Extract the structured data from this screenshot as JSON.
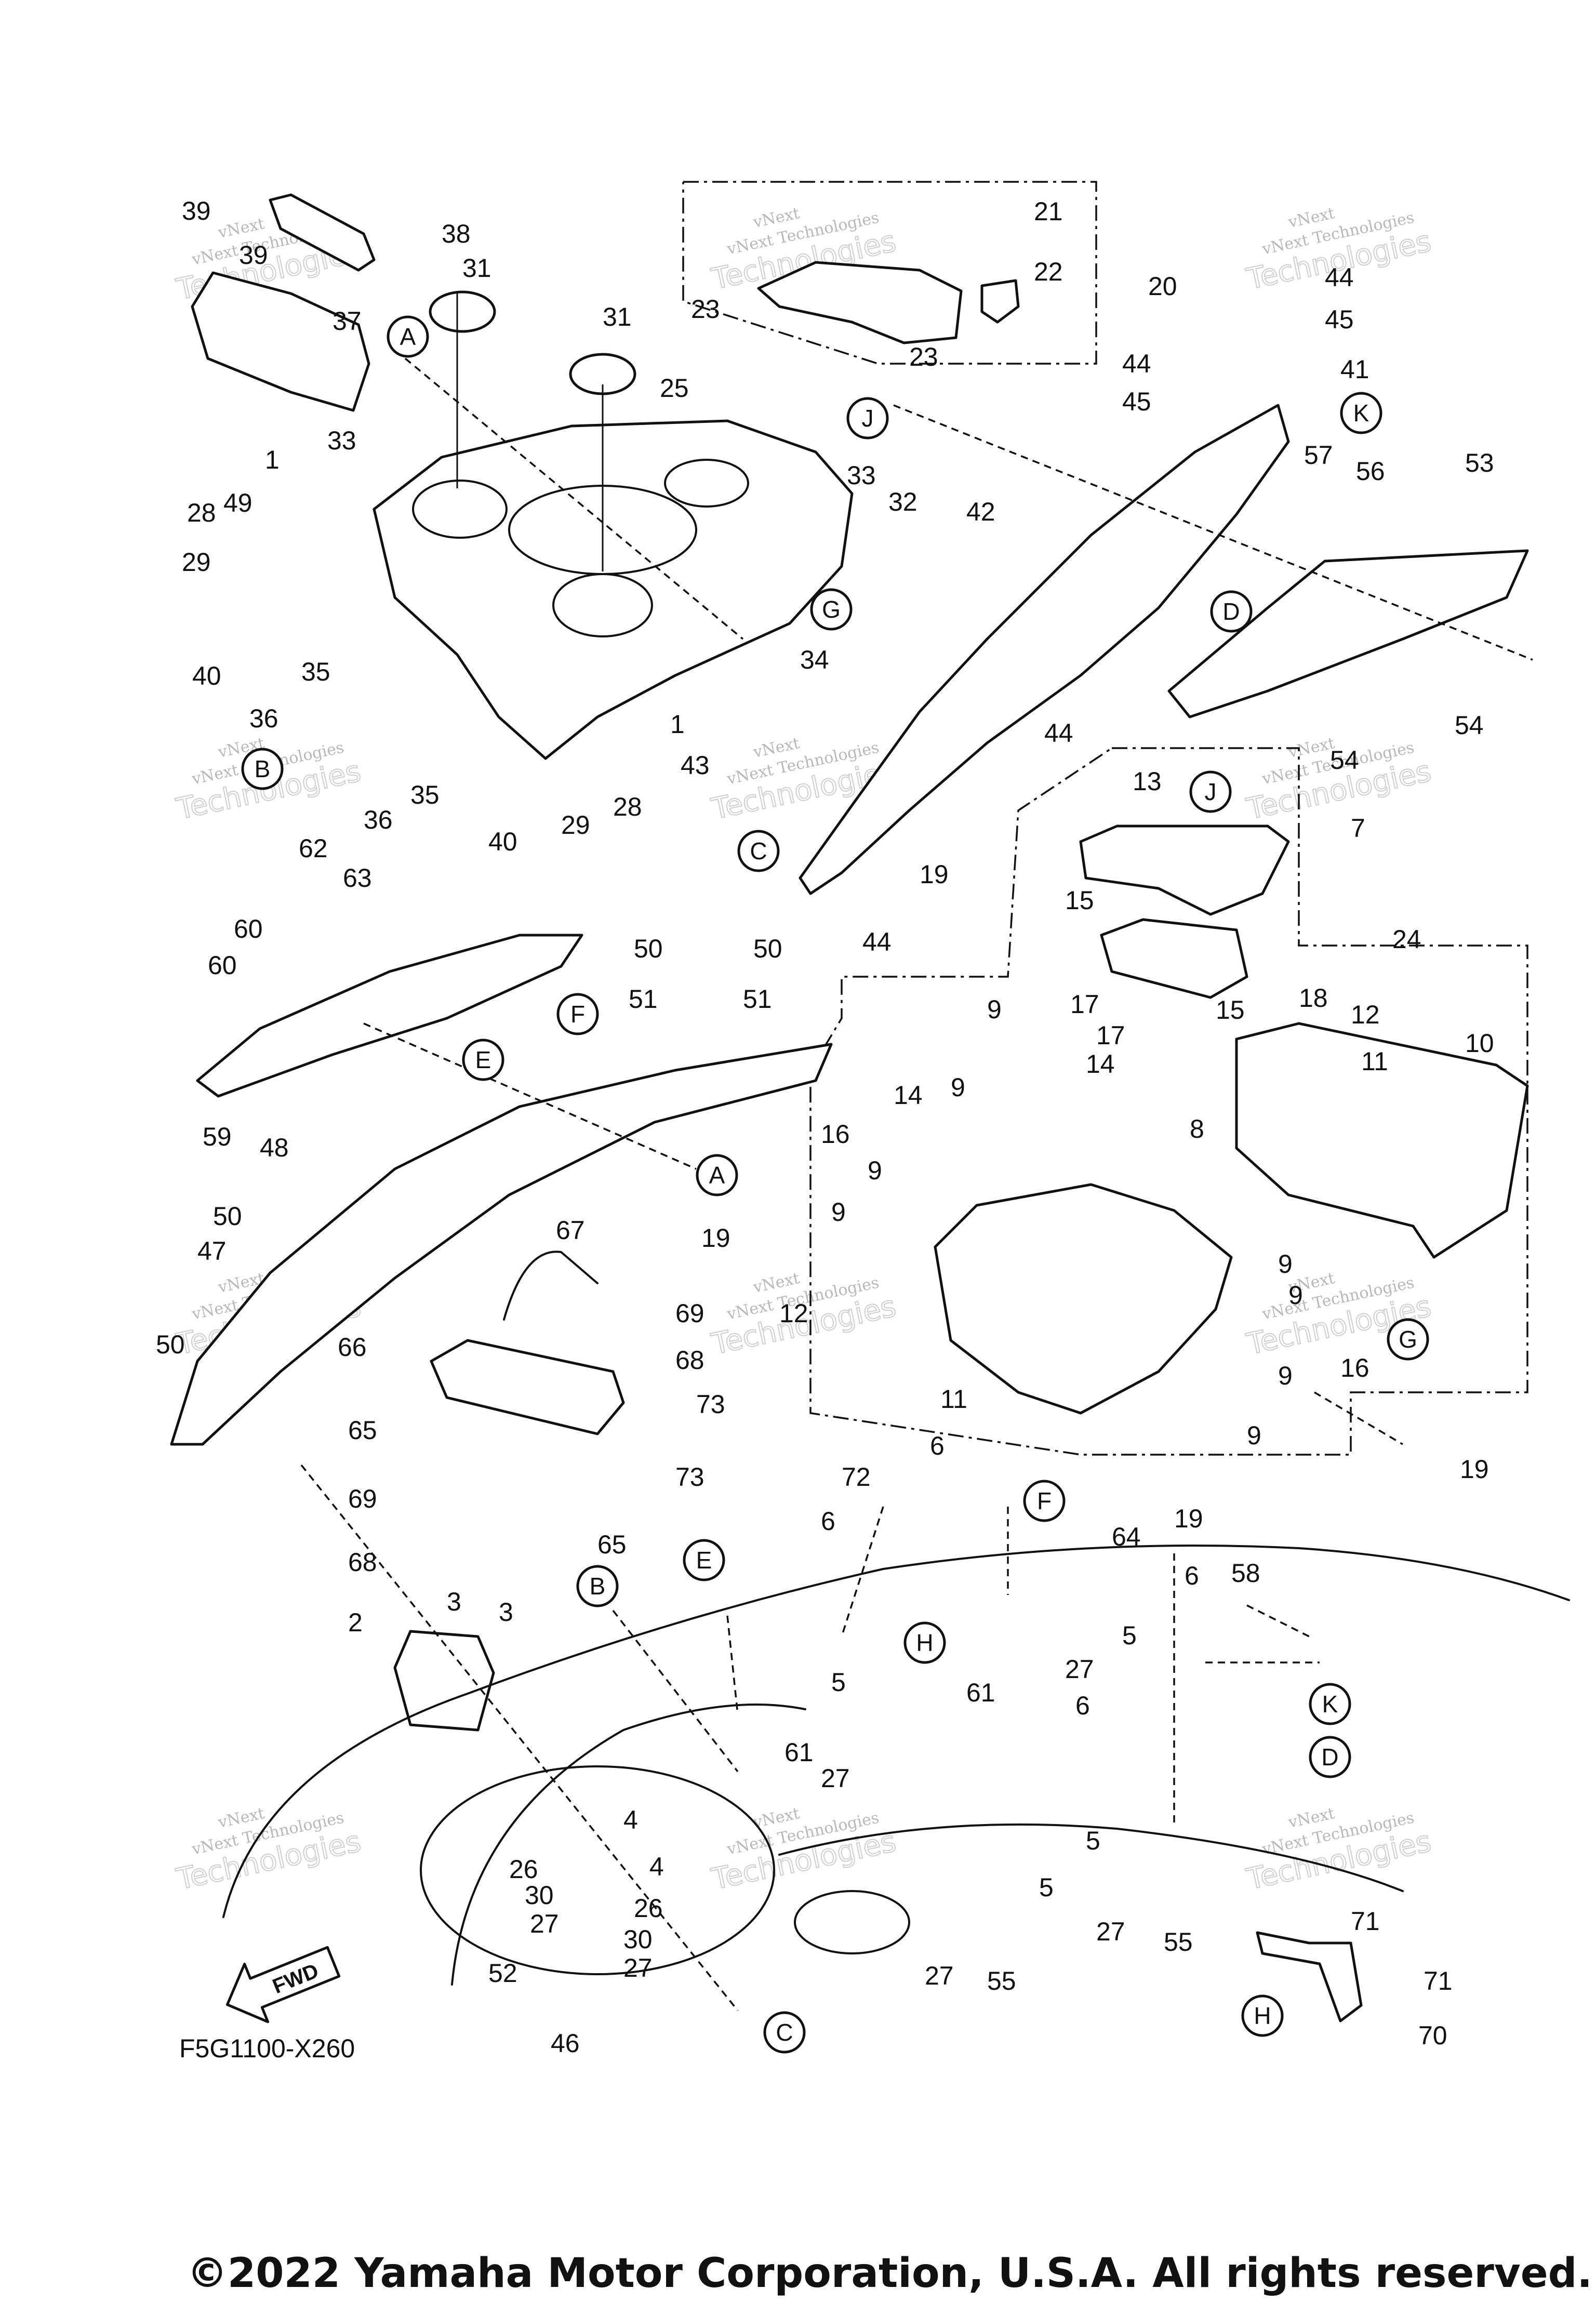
{
  "diagram_code": "F5G1100-X260",
  "copyright": "©2022 Yamaha Motor Corporation, U.S.A. All rights reserved.",
  "watermark_line1": "vNext",
  "watermark_line2": "vNext Technologies",
  "watermark_line3": "Technologies",
  "fwd_label": "FWD",
  "part_numbers": [
    "1",
    "2",
    "3",
    "4",
    "5",
    "6",
    "7",
    "8",
    "9",
    "10",
    "11",
    "12",
    "13",
    "14",
    "15",
    "16",
    "17",
    "18",
    "19",
    "20",
    "21",
    "22",
    "23",
    "24",
    "25",
    "26",
    "27",
    "28",
    "29",
    "30",
    "31",
    "32",
    "33",
    "34",
    "35",
    "36",
    "37",
    "38",
    "39",
    "40",
    "41",
    "42",
    "43",
    "44",
    "45",
    "46",
    "47",
    "48",
    "49",
    "50",
    "51",
    "52",
    "53",
    "54",
    "55",
    "56",
    "57",
    "58",
    "59",
    "60",
    "61",
    "62",
    "63",
    "64",
    "65",
    "66",
    "67",
    "68",
    "69",
    "70",
    "71",
    "72",
    "73"
  ],
  "reference_letters": [
    "A",
    "B",
    "C",
    "D",
    "E",
    "F",
    "G",
    "H",
    "J",
    "K"
  ]
}
